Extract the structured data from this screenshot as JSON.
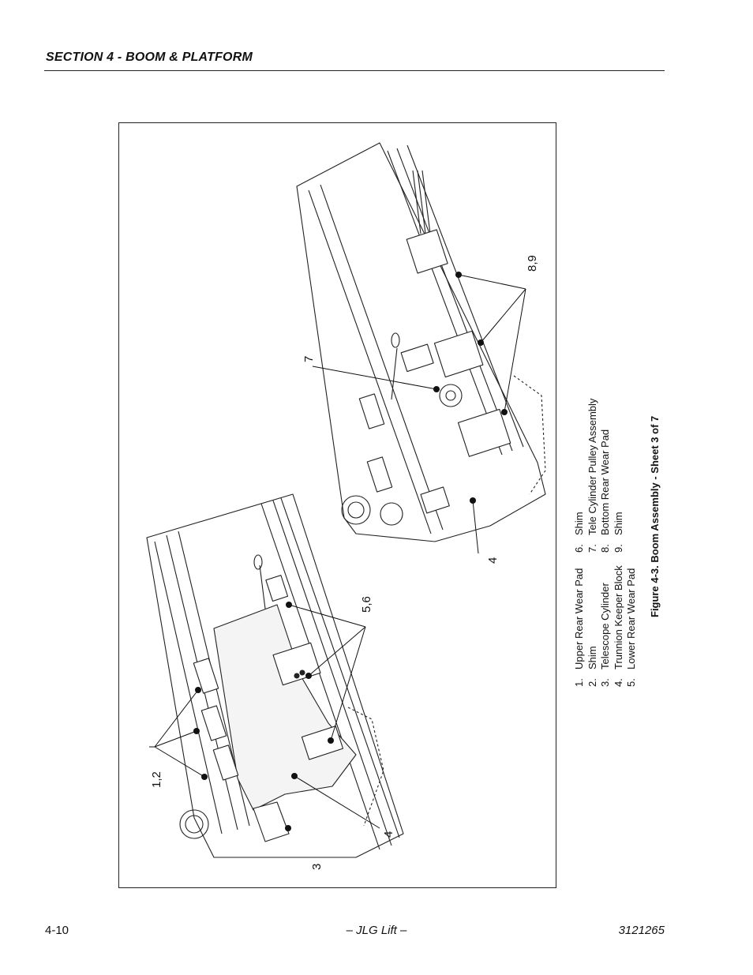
{
  "header": {
    "section_title": "SECTION 4 - BOOM & PLATFORM"
  },
  "figure": {
    "caption": "Figure 4-3.  Boom Assembly - Sheet 3 of 7",
    "callouts": {
      "c12": "1,2",
      "c3": "3",
      "c4a": "4",
      "c56": "5,6",
      "c4b": "4",
      "c7": "7",
      "c89": "8,9"
    },
    "legend_left": [
      {
        "num": "1.",
        "label": "Upper Rear Wear Pad"
      },
      {
        "num": "2.",
        "label": "Shim"
      },
      {
        "num": "3.",
        "label": "Telescope Cylinder"
      },
      {
        "num": "4.",
        "label": "Trunnion Keeper Block"
      },
      {
        "num": "5.",
        "label": "Lower Rear Wear Pad"
      }
    ],
    "legend_right": [
      {
        "num": "6.",
        "label": "Shim"
      },
      {
        "num": "7.",
        "label": "Tele Cylinder Pulley Assembly"
      },
      {
        "num": "8.",
        "label": "Bottom Rear Wear Pad"
      },
      {
        "num": "9.",
        "label": "Shim"
      }
    ]
  },
  "footer": {
    "page_number": "4-10",
    "center_text": "– JLG Lift –",
    "doc_number": "3121265"
  }
}
